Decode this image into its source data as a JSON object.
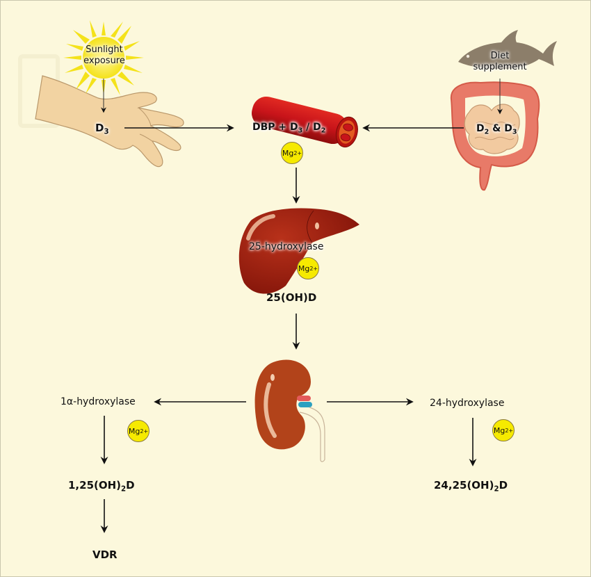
{
  "title": "Vitamin D metabolism and magnesium dependence",
  "colors": {
    "background": "#fcf8dc",
    "magnesium": "#f6ea00",
    "sun": "#f4e21a",
    "skin": "#f2d3a2",
    "vessel": "#c81414",
    "liver": "#9c1e10",
    "kidney": "#b2431a",
    "intestine": "#e87a68",
    "fish": "#8c7e6a",
    "arrow": "#111111"
  },
  "sources": {
    "sunlight": {
      "line1": "Sunlight",
      "line2": "exposure",
      "product": "D",
      "product_sub": "3"
    },
    "diet": {
      "line1": "Diet",
      "line2": "supplement",
      "product_a": "D",
      "product_a_sub": "2",
      "amp": " & ",
      "product_b": "D",
      "product_b_sub": "3"
    }
  },
  "blood": {
    "text_a": "DBP + D",
    "sub_a": "3",
    "slash": " / D",
    "sub_b": "2"
  },
  "magnesium": {
    "symbol": "Mg",
    "charge": "2+"
  },
  "liver": {
    "enzyme": "25-hydroxylase",
    "product": "25(OH)D"
  },
  "kidney": {
    "left": {
      "enzyme": "1α-hydroxylase",
      "product_a": "1,25(OH)",
      "product_sub": "2",
      "product_b": "D",
      "target": "VDR"
    },
    "right": {
      "enzyme": "24-hydroxylase",
      "product_a": "24,25(OH)",
      "product_sub": "2",
      "product_b": "D"
    }
  },
  "icons": [
    "sun-icon",
    "hand-icon",
    "fish-icon",
    "intestine-icon",
    "blood-vessel-icon",
    "liver-icon",
    "kidney-icon",
    "magnesium-ion-icon"
  ]
}
